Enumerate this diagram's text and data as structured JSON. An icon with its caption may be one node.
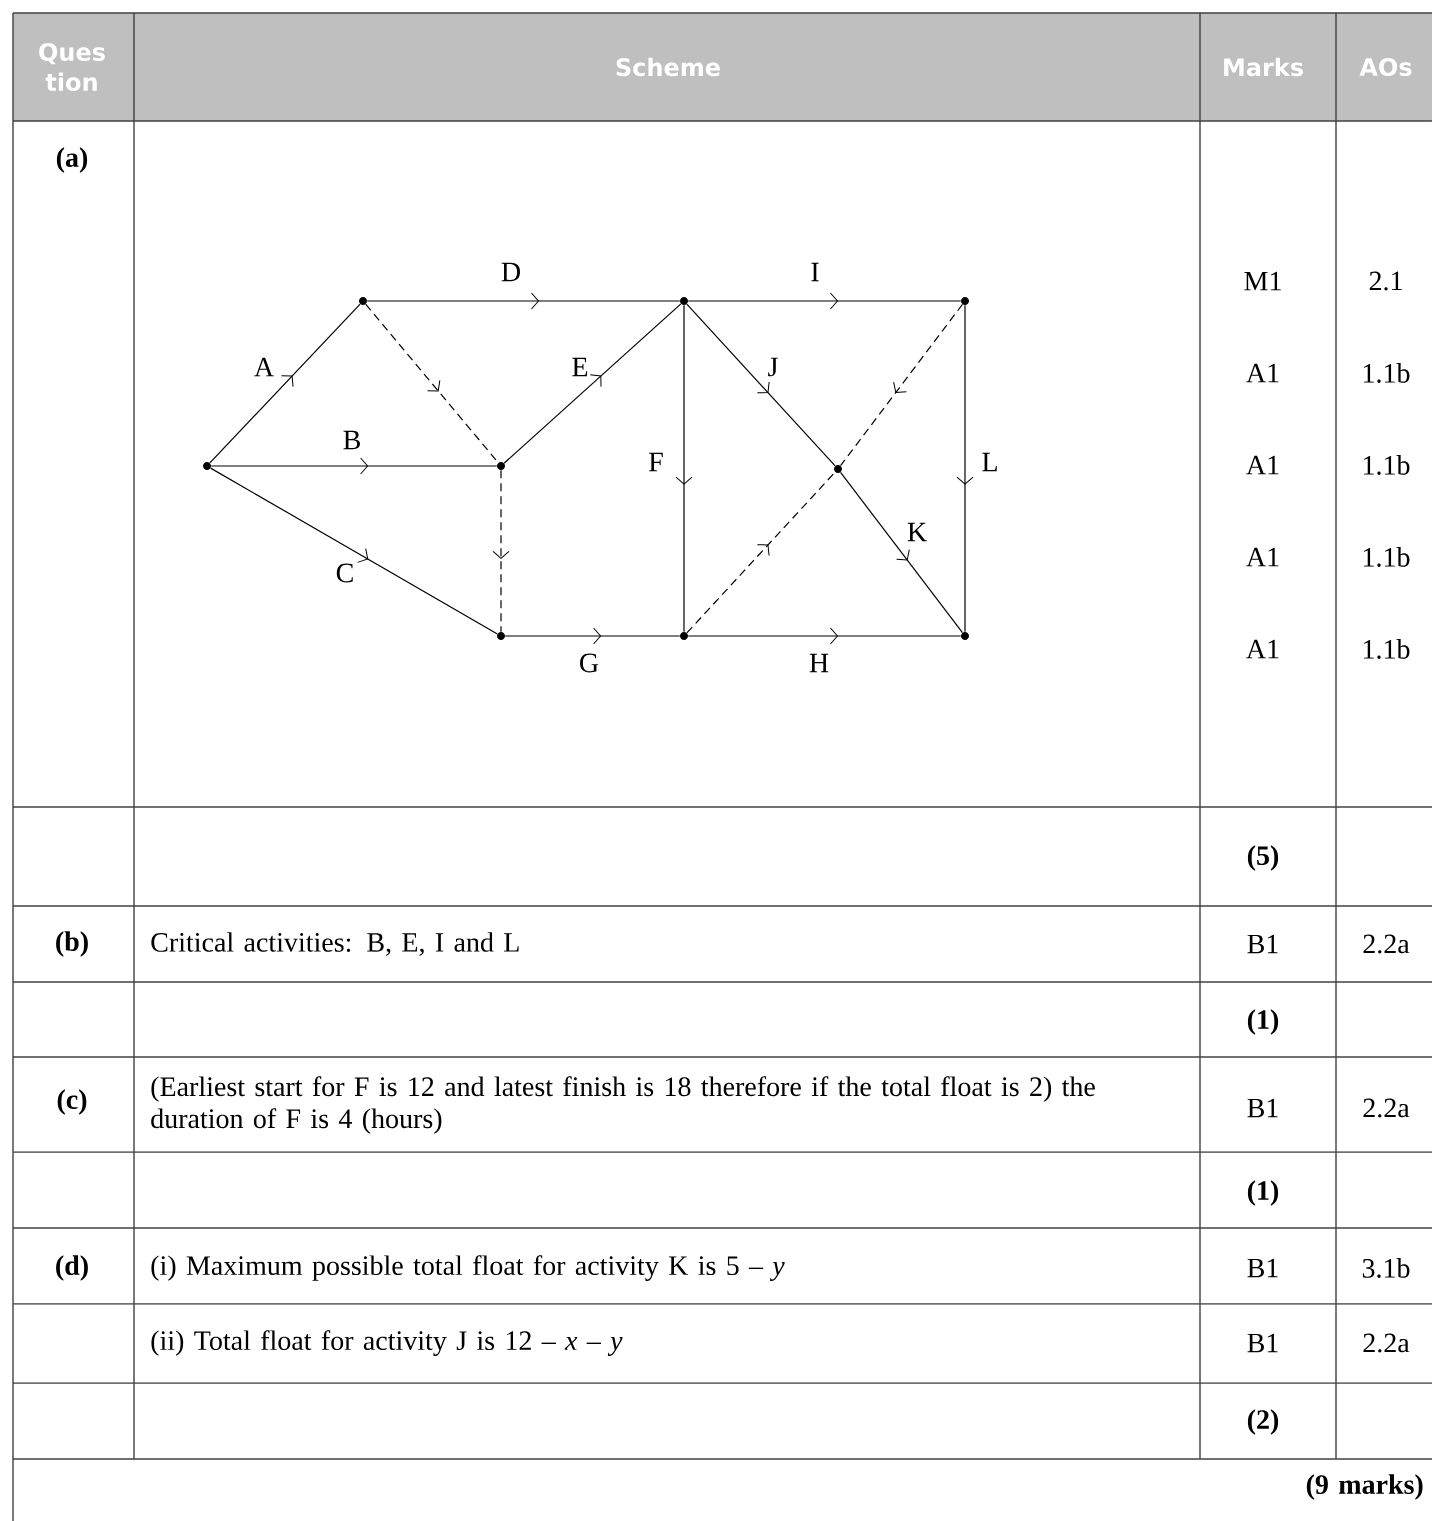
{
  "diagram": {
    "nodes": [
      {
        "text": [],
        "shape": "circle"
      },
      {
        "text": [],
        "shape": "circle"
      },
      {
        "text": [],
        "shape": "circle"
      },
      {
        "text": [],
        "shape": "circle"
      },
      {
        "text": [],
        "shape": "circle"
      },
      {
        "text": [],
        "shape": "circle"
      },
      {
        "text": [],
        "shape": "circle"
      },
      {
        "text": [],
        "shape": "circle"
      },
      {
        "text": [],
        "shape": "circle"
      }
    ],
    "edges": [
      {
        "from": 0,
        "to": 1,
        "arrow": "to",
        "label": "A"
      },
      {
        "from": 0,
        "to": 2,
        "arrow": "to",
        "label": "B"
      },
      {
        "from": 0,
        "to": 3,
        "arrow": "to",
        "label": "C"
      },
      {
        "from": 1,
        "to": 4,
        "arrow": "to",
        "label": "D"
      },
      {
        "from": 2,
        "to": 4,
        "arrow": "to",
        "label": "E"
      },
      {
        "from": 4,
        "to": 5,
        "arrow": "to",
        "label": "F"
      },
      {
        "from": 3,
        "to": 5,
        "arrow": "to",
        "label": "G"
      },
      {
        "from": 5,
        "to": 8,
        "arrow": "to",
        "label": "H"
      },
      {
        "from": 4,
        "to": 7,
        "arrow": "to",
        "label": "I"
      },
      {
        "from": 4,
        "to": 6,
        "arrow": "to",
        "label": "J"
      },
      {
        "from": 6,
        "to": 8,
        "arrow": "to",
        "label": "K"
      },
      {
        "from": 7,
        "to": 8,
        "arrow": "to",
        "label": "L"
      },
      {
        "from": 1,
        "to": 2,
        "arrow": "to",
        "style": "dashed"
      },
      {
        "from": 2,
        "to": 3,
        "arrow": "to",
        "style": "dashed"
      },
      {
        "from": 5,
        "to": 6,
        "arrow": "to",
        "style": "dashed"
      },
      {
        "from": 7,
        "to": 6,
        "arrow": "to",
        "style": "dashed"
      }
    ],
    "labels": [
      "Ques tion",
      "Scheme",
      "Marks",
      "AOs",
      "(a)",
      "M1",
      "2.1",
      "A1",
      "1.1b",
      "A1",
      "1.1b",
      "A1",
      "1.1b",
      "A1",
      "1.1b",
      "(5)",
      "(b)",
      "Critical activities: B, E, I and L",
      "B1",
      "2.2a",
      "(1)",
      "(c)",
      "(Earliest start for F is 12 and latest finish is 18 therefore if the total float is 2) the duration of F is 4 (hours)",
      "B1",
      "2.2a",
      "(1)",
      "(d)",
      "(i) Maximum possible total float for activity K is 5 – *y*",
      "B1",
      "3.1b",
      "(ii) Total float for activity J is 12 – *x* – *y*",
      "B1",
      "2.2a",
      "(2)",
      "(9 marks)"
    ]
  }
}
